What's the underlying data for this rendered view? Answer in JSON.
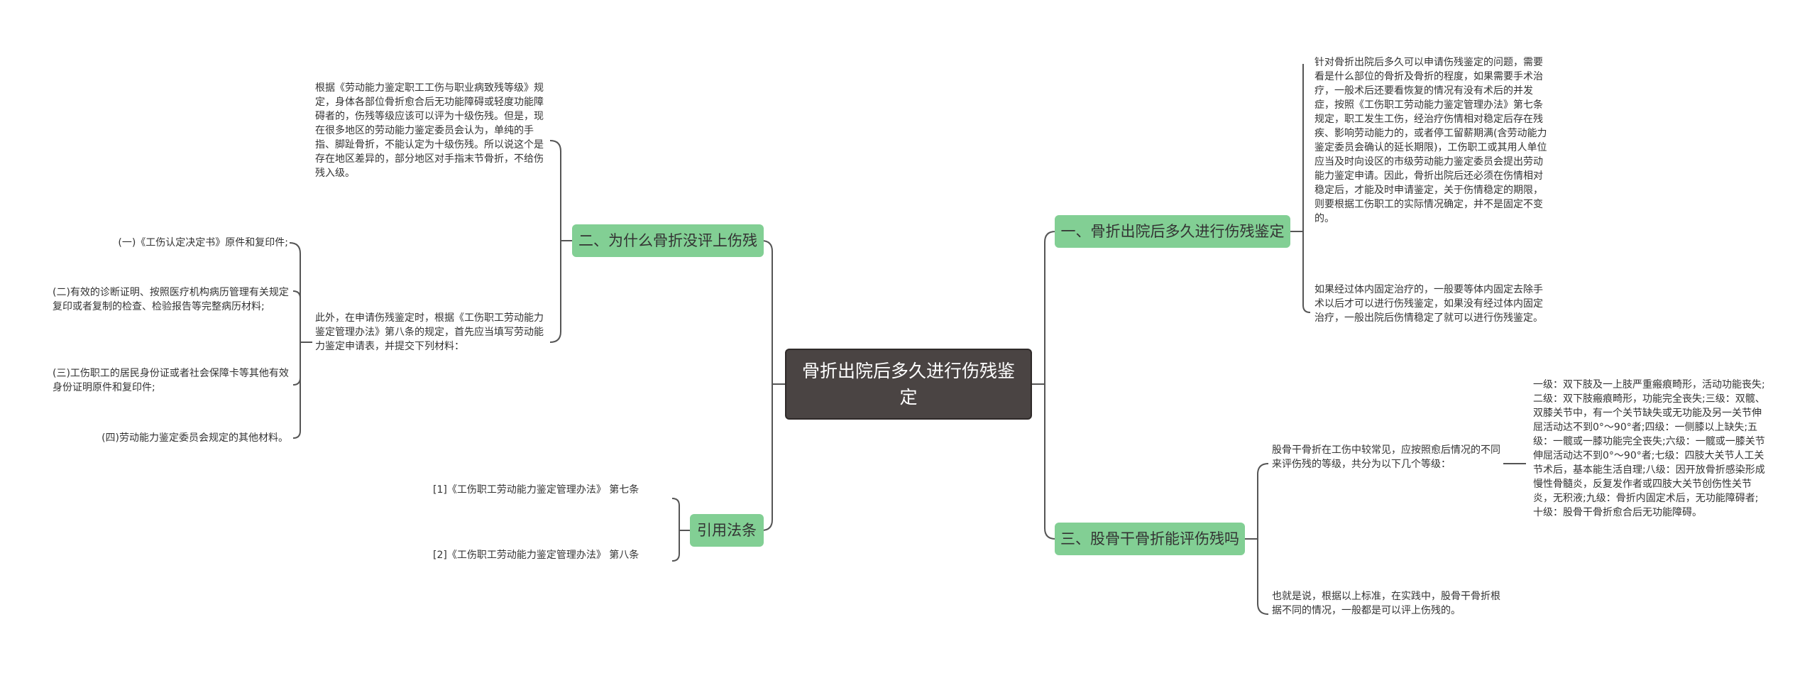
{
  "root": {
    "title": "骨折出院后多久进行伤残鉴定"
  },
  "branches": {
    "b1": "一、骨折出院后多久进行伤残鉴定",
    "b2": "二、为什么骨折没评上伤残",
    "b3": "三、股骨干骨折能评伤残吗",
    "b4": "引用法条"
  },
  "leaves": {
    "b1_1": "针对骨折出院后多久可以申请伤残鉴定的问题，需要看是什么部位的骨折及骨折的程度，如果需要手术治疗，一般术后还要看恢复的情况有没有术后的并发症，按照《工伤职工劳动能力鉴定管理办法》第七条规定，职工发生工伤，经治疗伤情相对稳定后存在残疾、影响劳动能力的，或者停工留薪期满(含劳动能力鉴定委员会确认的延长期限)，工伤职工或其用人单位应当及时向设区的市级劳动能力鉴定委员会提出劳动能力鉴定申请。因此，骨折出院后还必须在伤情相对稳定后，才能及时申请鉴定，关于伤情稳定的期限，则要根据工伤职工的实际情况确定，并不是固定不变的。",
    "b1_2": "如果经过体内固定治疗的，一般要等体内固定去除手术以后才可以进行伤残鉴定，如果没有经过体内固定治疗，一般出院后伤情稳定了就可以进行伤残鉴定。",
    "b2_1": "根据《劳动能力鉴定职工工伤与职业病致残等级》规定，身体各部位骨折愈合后无功能障碍或轻度功能障碍者的，伤残等级应该可以评为十级伤残。但是，现在很多地区的劳动能力鉴定委员会认为，单纯的手指、脚趾骨折，不能认定为十级伤残。所以说这个是存在地区差异的，部分地区对手指末节骨折，不给伤残入级。",
    "b2_2": "此外，在申请伤残鉴定时，根据《工伤职工劳动能力鉴定管理办法》第八条的规定，首先应当填写劳动能力鉴定申请表，并提交下列材料：",
    "b2_2_1": "(一)《工伤认定决定书》原件和复印件;",
    "b2_2_2": "(二)有效的诊断证明、按照医疗机构病历管理有关规定复印或者复制的检查、检验报告等完整病历材料;",
    "b2_2_3": "(三)工伤职工的居民身份证或者社会保障卡等其他有效身份证明原件和复印件;",
    "b2_2_4": "(四)劳动能力鉴定委员会规定的其他材料。",
    "b3_1": "股骨干骨折在工伤中较常见，应按照愈后情况的不同来评伤残的等级，共分为以下几个等级：",
    "b3_1_1": "一级：双下肢及一上肢严重瘢痕畸形，活动功能丧失;二级：双下肢瘢痕畸形，功能完全丧失;三级：双髋、双膝关节中，有一个关节缺失或无功能及另一关节伸屈活动达不到0°～90°者;四级：一侧膝以上缺失;五级：一髋或一膝功能完全丧失;六级：一髋或一膝关节伸屈活动达不到0°～90°者;七级：四肢大关节人工关节术后，基本能生活自理;八级：因开放骨折感染形成慢性骨髓炎，反复发作者或四肢大关节创伤性关节炎，无积液;九级：骨折内固定术后，无功能障碍者;十级：股骨干骨折愈合后无功能障碍。",
    "b3_2": "也就是说，根据以上标准，在实践中，股骨干骨折根据不同的情况，一般都是可以评上伤残的。",
    "b4_1": "[1]《工伤职工劳动能力鉴定管理办法》 第七条",
    "b4_2": "[2]《工伤职工劳动能力鉴定管理办法》 第八条"
  },
  "colors": {
    "root_bg": "#4a4443",
    "branch_bg": "#82cf94",
    "connector": "#555555"
  }
}
